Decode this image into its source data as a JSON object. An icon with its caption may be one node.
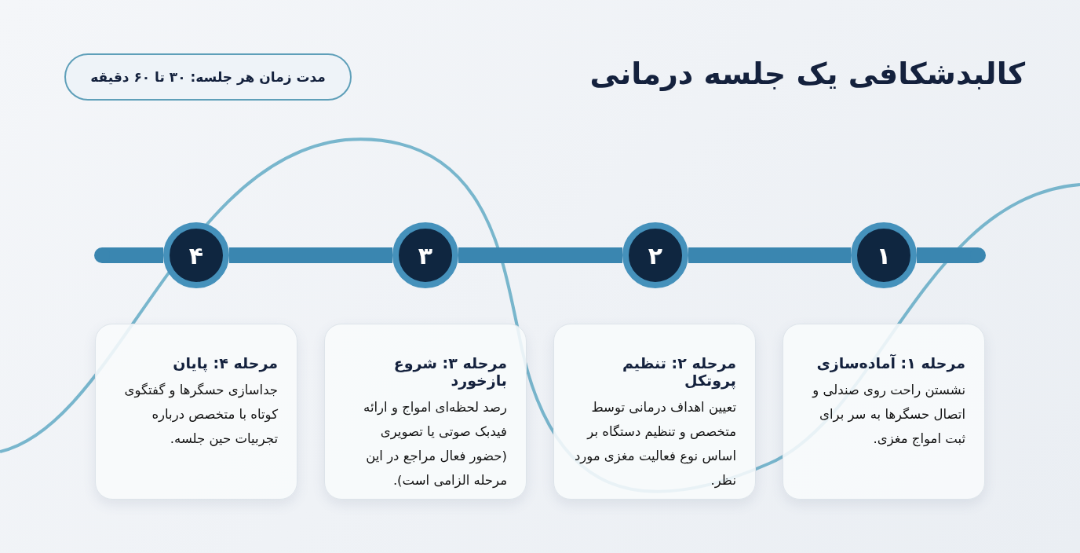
{
  "diagram": {
    "title": "کالبدشکافی یک جلسه درمانی",
    "nodes": [
      {
        "text": [
          "مدت زمان هر جلسه: ۳۰ تا ۶۰ دقیقه"
        ]
      },
      {
        "text": [
          "۱"
        ]
      },
      {
        "text": [
          "۲"
        ]
      },
      {
        "text": [
          "۳"
        ]
      },
      {
        "text": [
          "۴"
        ]
      },
      {
        "text": [
          "مرحله ۱: آماده‌سازی",
          "نشستن راحت روی صندلی و اتصال حسگرها به سر برای ثبت امواج مغزی."
        ]
      },
      {
        "text": [
          "مرحله ۲: تنظیم پروتکل",
          "تعیین اهداف درمانی توسط متخصص و تنظیم دستگاه بر اساس نوع فعالیت مغزی مورد نظر."
        ]
      },
      {
        "text": [
          "مرحله ۳: شروع بازخورد",
          "رصد لحظه‌ای امواج و ارائه فیدبک صوتی یا تصویری (حضور فعال مراجع در این مرحله الزامی است)."
        ]
      },
      {
        "text": [
          "مرحله ۴: پایان",
          "جداسازی حسگرها و گفتگوی کوتاه با متخصص درباره تجربیات حین جلسه."
        ]
      }
    ],
    "edges": [
      {
        "from": 1,
        "to": 2,
        "arrow": "none"
      },
      {
        "from": 2,
        "to": 3,
        "arrow": "none"
      },
      {
        "from": 3,
        "to": 4,
        "arrow": "none"
      }
    ]
  }
}
